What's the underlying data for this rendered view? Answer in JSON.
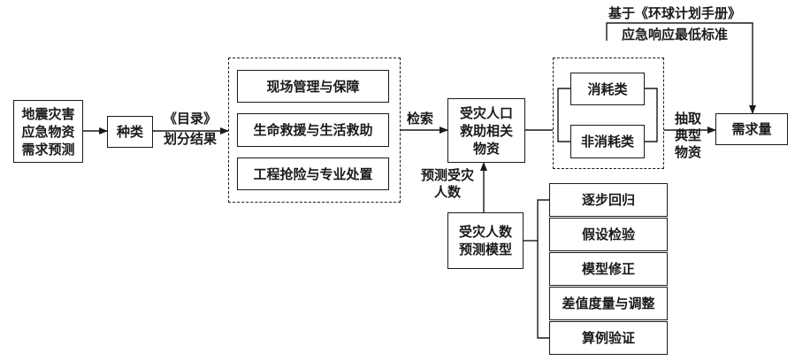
{
  "nodes": {
    "earthquake_forecast": "地震灾害\n应急物资\n需求预测",
    "category": "种类",
    "mgmt": "现场管理与保障",
    "rescue": "生命救援与生活救助",
    "engineering": "工程抢险与专业处置",
    "affected_supplies": "受灾人口\n救助相关\n物资",
    "consumable": "消耗类",
    "non_consumable": "非消耗类",
    "demand": "需求量",
    "population_model": "受灾人数\n预测模型",
    "stepwise": "逐步回归",
    "hypothesis": "假设检验",
    "model_fix": "模型修正",
    "variance": "差值度量与调整",
    "case_check": "算例验证"
  },
  "labels": {
    "catalog_line1": "《目录》",
    "catalog_line2": "划分结果",
    "retrieve": "检索",
    "predict_population": "预测受灾\n人数",
    "extract": "抽取\n典型\n物资",
    "sphere_line1": "基于《环球计划手册》",
    "sphere_line2": "应急响应最低标准"
  }
}
